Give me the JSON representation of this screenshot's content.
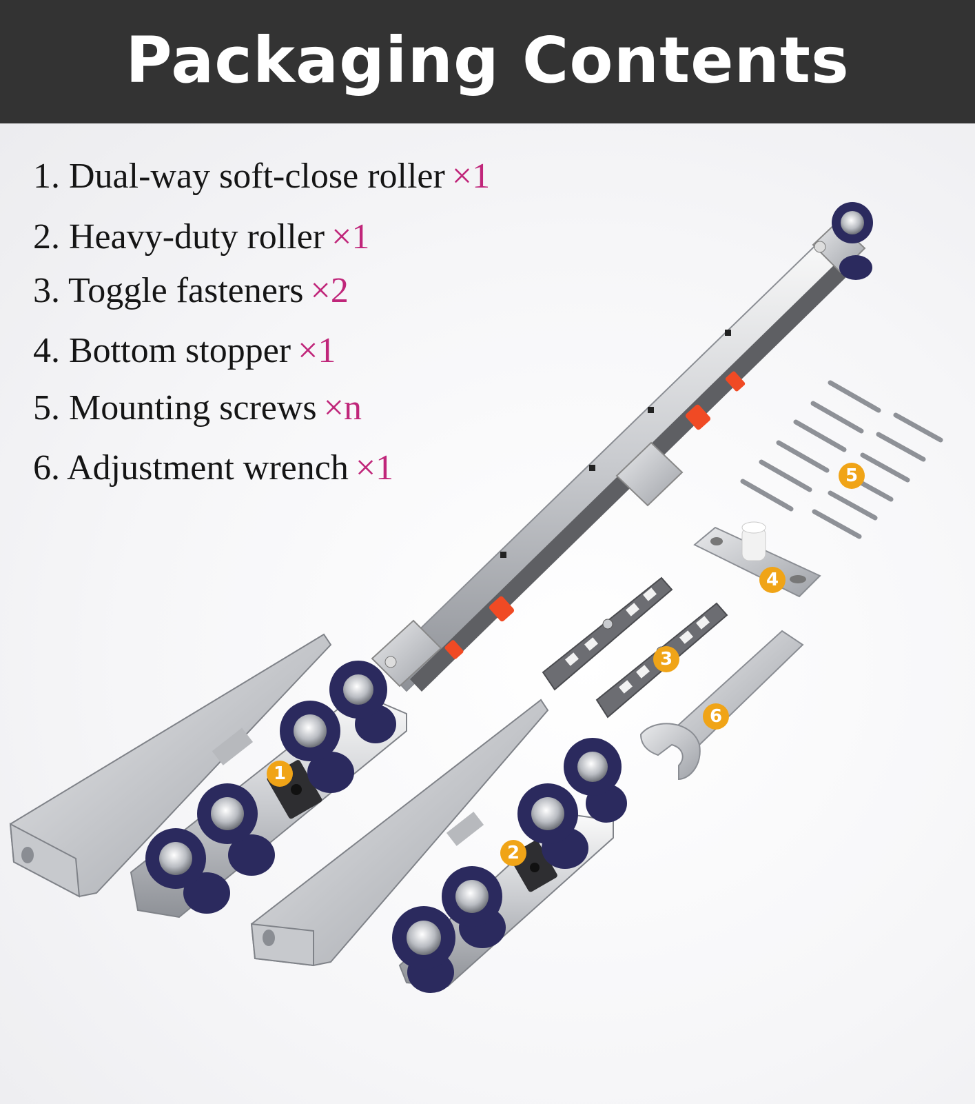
{
  "header": {
    "title": "Packaging Contents"
  },
  "contents": [
    {
      "label": "1. Dual-way soft-close roller",
      "qty": "×1"
    },
    {
      "label": "2. Heavy-duty roller",
      "qty": "×1"
    },
    {
      "label": "3. Toggle fasteners",
      "qty": "×2"
    },
    {
      "label": "4. Bottom stopper",
      "qty": "×1"
    },
    {
      "label": "5. Mounting screws",
      "qty": "×n"
    },
    {
      "label": "6. Adjustment wrench",
      "qty": "×1"
    }
  ],
  "callouts": [
    "1",
    "2",
    "3",
    "4",
    "5",
    "6"
  ],
  "colors": {
    "header_bg": "#333333",
    "quantity_accent": "#c0267a",
    "callout_badge": "#f0a417",
    "roller_wheel": "#2b2a5e",
    "damper_clip": "#f04a24"
  }
}
